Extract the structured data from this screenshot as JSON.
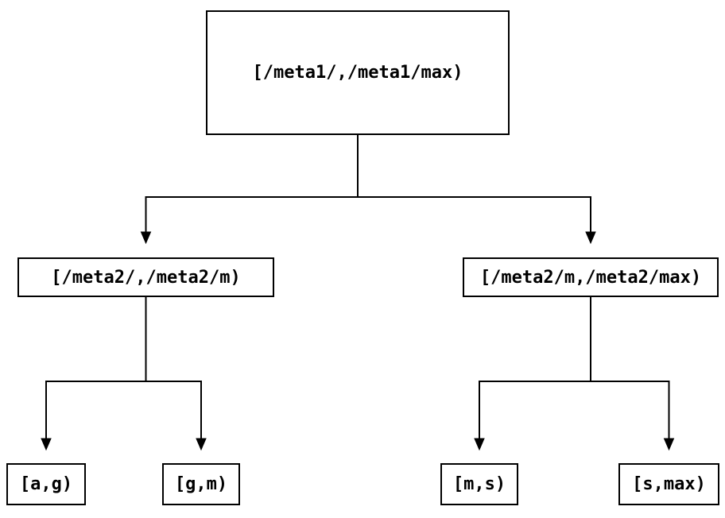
{
  "diagram": {
    "type": "binary-range-partition-tree",
    "background_color": "#ffffff",
    "stroke_color": "#000000",
    "nodes": [
      {
        "id": "root",
        "level": 0,
        "label": "[/meta1/,/meta1/max)"
      },
      {
        "id": "level2-left",
        "level": 1,
        "label": "[/meta2/,/meta2/m)"
      },
      {
        "id": "level2-right",
        "level": 1,
        "label": "[/meta2/m,/meta2/max)"
      },
      {
        "id": "leaf-a-g",
        "level": 2,
        "label": "[a,g)"
      },
      {
        "id": "leaf-g-m",
        "level": 2,
        "label": "[g,m)"
      },
      {
        "id": "leaf-m-s",
        "level": 2,
        "label": "[m,s)"
      },
      {
        "id": "leaf-s-max",
        "level": 2,
        "label": "[s,max)"
      }
    ],
    "edges": [
      {
        "from": "root",
        "to": "level2-left"
      },
      {
        "from": "root",
        "to": "level2-right"
      },
      {
        "from": "level2-left",
        "to": "leaf-a-g"
      },
      {
        "from": "level2-left",
        "to": "leaf-g-m"
      },
      {
        "from": "level2-right",
        "to": "leaf-m-s"
      },
      {
        "from": "level2-right",
        "to": "leaf-s-max"
      }
    ]
  }
}
